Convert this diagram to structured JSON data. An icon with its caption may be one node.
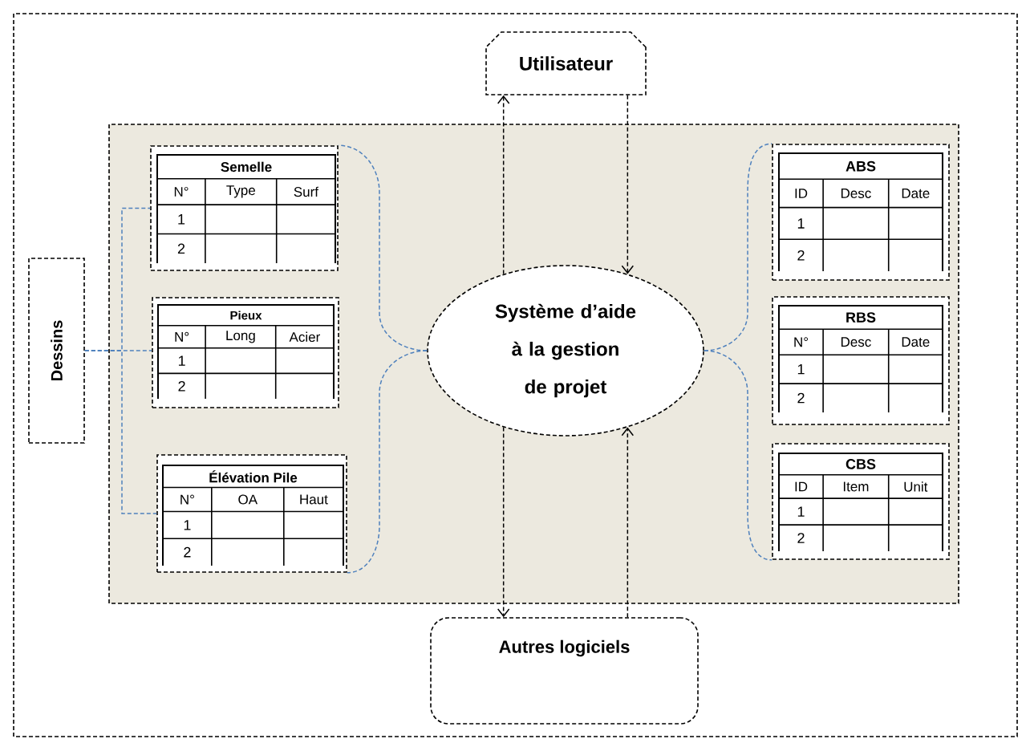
{
  "diagram": {
    "nodes": [
      {
        "text": [
          "Utilisateur"
        ]
      },
      {
        "text": [
          "Dessins"
        ]
      },
      {
        "text": [
          "Semelle",
          "N°",
          "Type",
          "Surf",
          "1",
          "2"
        ]
      },
      {
        "text": [
          "Pieux",
          "N°",
          "Long",
          "Acier",
          "1",
          "2"
        ]
      },
      {
        "text": [
          "Élévation Pile",
          "N°",
          "OA",
          "Haut",
          "1",
          "2"
        ]
      },
      {
        "text": [
          "Système d’aide à la gestion de projet"
        ]
      },
      {
        "text": [
          "ABS",
          "ID",
          "Desc",
          "Date",
          "1",
          "2"
        ]
      },
      {
        "text": [
          "RBS",
          "N°",
          "Desc",
          "Date",
          "1",
          "2"
        ]
      },
      {
        "text": [
          "CBS",
          "ID",
          "Item",
          "Unit",
          "1",
          "2"
        ]
      },
      {
        "text": [
          "Autres logiciels"
        ]
      }
    ],
    "edges": [
      {
        "from": 5,
        "to": 0,
        "arrow": "to",
        "style": "dashed",
        "color": "#000000"
      },
      {
        "from": 0,
        "to": 5,
        "arrow": "to",
        "style": "dashed",
        "color": "#000000"
      },
      {
        "from": 5,
        "to": 9,
        "arrow": "to",
        "style": "dashed",
        "color": "#000000"
      },
      {
        "from": 9,
        "to": 5,
        "arrow": "to",
        "style": "dashed",
        "color": "#000000"
      },
      {
        "from": 1,
        "to": 2,
        "arrow": "none",
        "style": "dashed",
        "color": "#4f81bd"
      },
      {
        "from": 1,
        "to": 3,
        "arrow": "none",
        "style": "dashed",
        "color": "#4f81bd"
      },
      {
        "from": 1,
        "to": 4,
        "arrow": "none",
        "style": "dashed",
        "color": "#4f81bd"
      },
      {
        "from": 5,
        "to": 2,
        "arrow": "none",
        "style": "dashed",
        "color": "#4f81bd"
      },
      {
        "from": 5,
        "to": 4,
        "arrow": "none",
        "style": "dashed",
        "color": "#4f81bd"
      },
      {
        "from": 5,
        "to": 6,
        "arrow": "none",
        "style": "dashed",
        "color": "#4f81bd"
      },
      {
        "from": 5,
        "to": 8,
        "arrow": "none",
        "style": "dashed",
        "color": "#4f81bd"
      }
    ]
  }
}
